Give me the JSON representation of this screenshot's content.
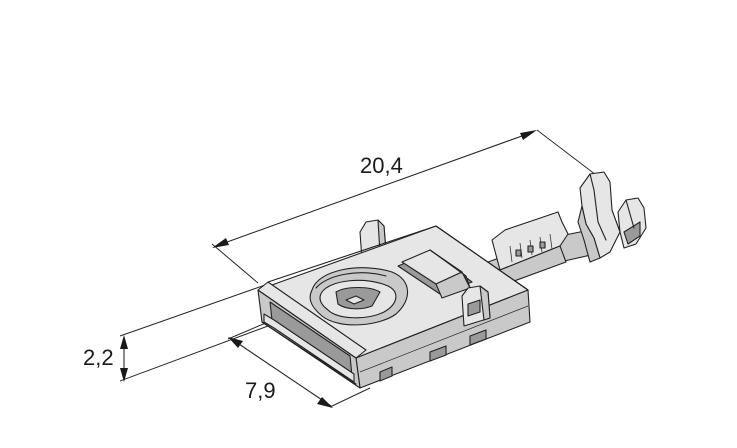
{
  "dimensions": {
    "length": "20,4",
    "width": "7,9",
    "height": "2,2"
  },
  "colors": {
    "line": "#2a2a2a",
    "metal_light": "#e6e6e6",
    "metal_mid": "#c9c9c9",
    "metal_dark": "#9a9a9a"
  }
}
